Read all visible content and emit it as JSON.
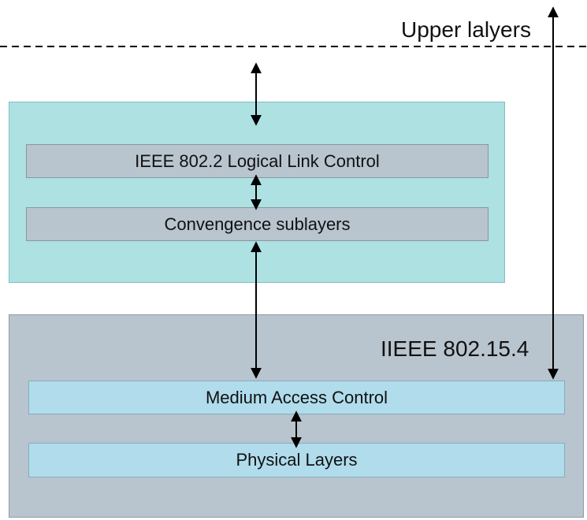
{
  "diagram": {
    "upper_layers_label": "Upper lalyers",
    "ieee_stack_label": "IIEEE 802.15.4",
    "llc_label": "IEEE 802.2 Logical Link Control",
    "convergence_label": "Convengence sublayers",
    "mac_label": "Medium Access Control",
    "phy_label": "Physical Layers",
    "colors": {
      "teal_container": "#ade1e2",
      "grey_container": "#b8c4ce",
      "blue_box": "#b0dcec",
      "line": "#000000"
    }
  }
}
